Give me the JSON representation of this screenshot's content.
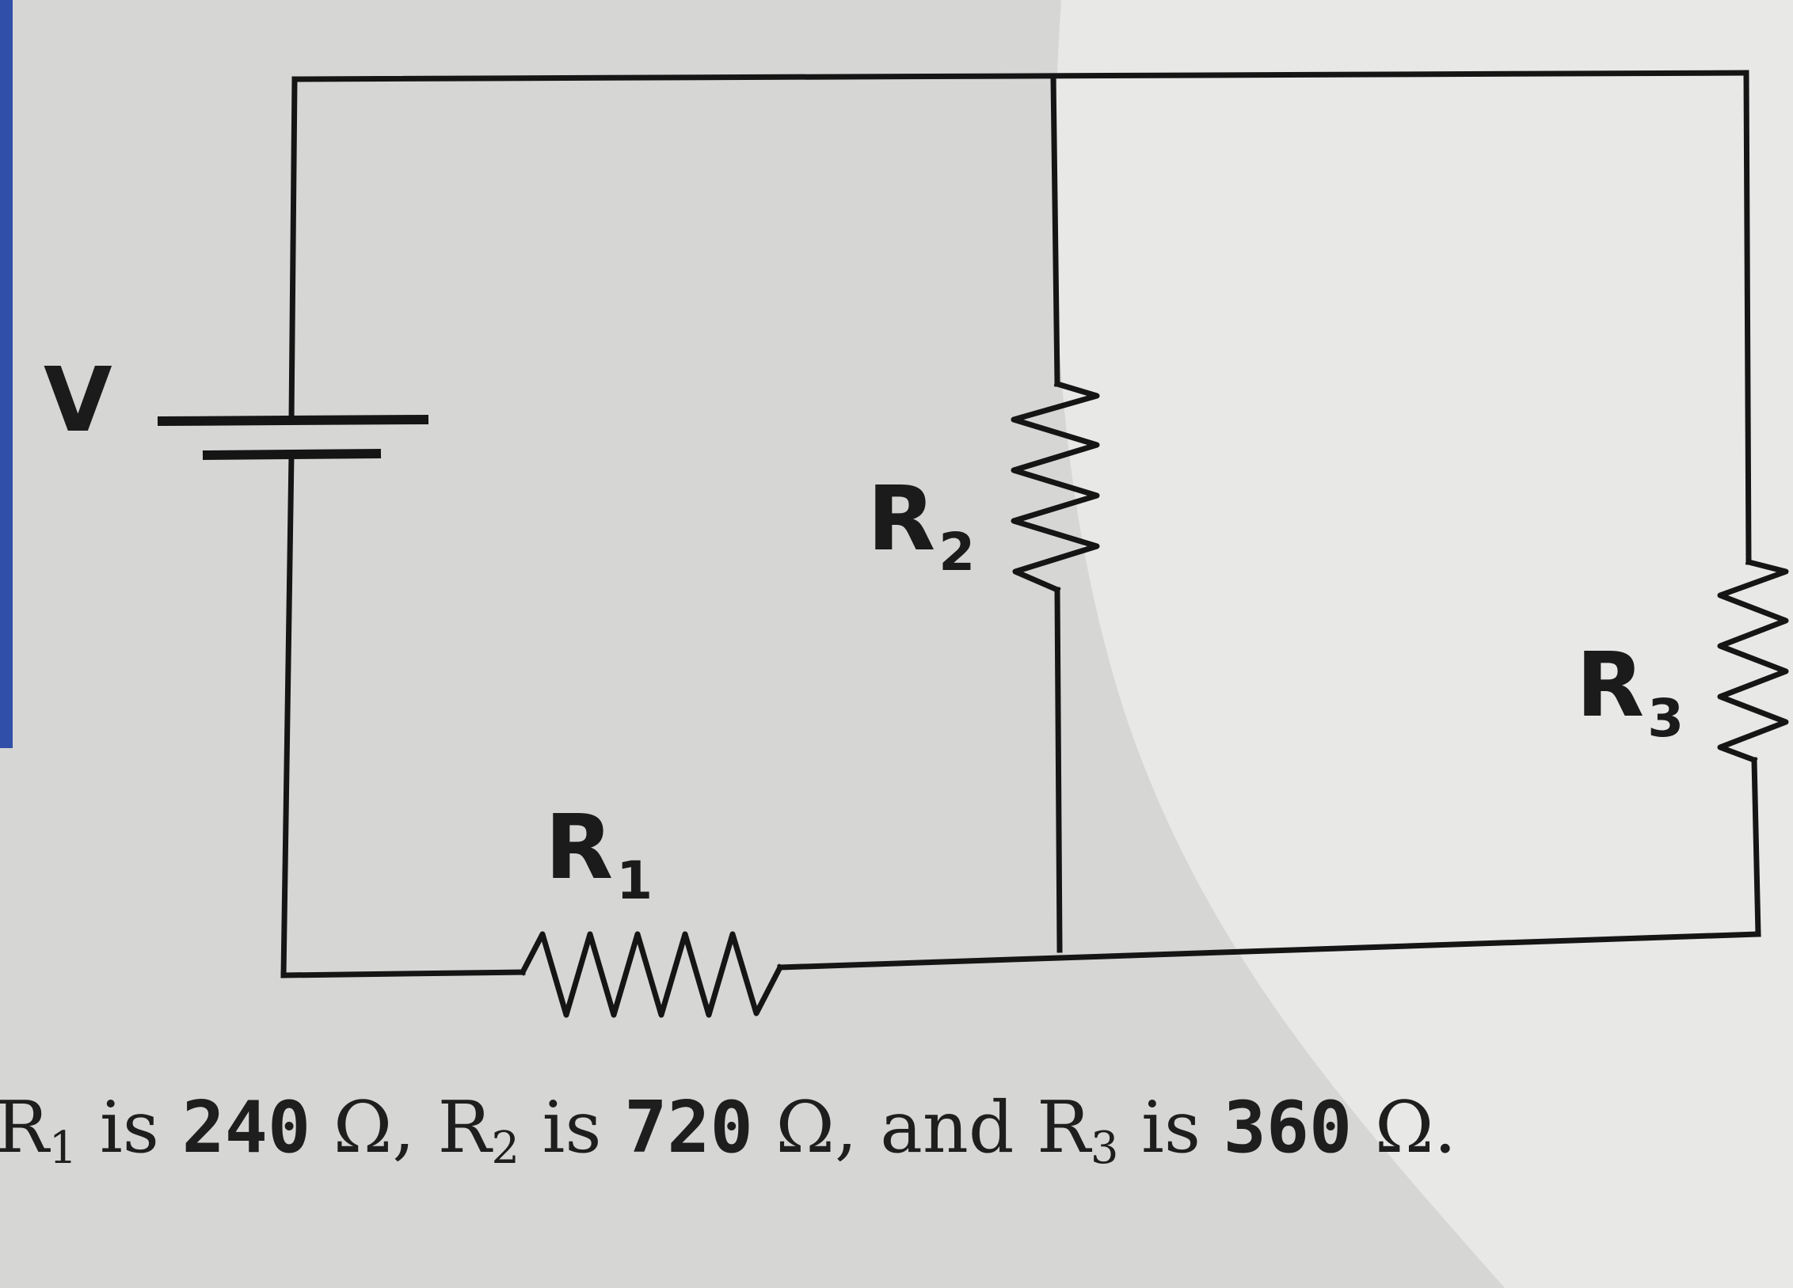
{
  "diagram": {
    "source_label": "V",
    "resistors": [
      {
        "id": "R1",
        "letter": "R",
        "sub": "1"
      },
      {
        "id": "R2",
        "letter": "R",
        "sub": "2"
      },
      {
        "id": "R3",
        "letter": "R",
        "sub": "3"
      }
    ]
  },
  "caption": {
    "r1_letter": "R",
    "r1_sub": "1",
    "is1": " is ",
    "r1_value": "240",
    "unit1": " Ω",
    "sep1": ", ",
    "r2_letter": "R",
    "r2_sub": "2",
    "is2": " is ",
    "r2_value": "720",
    "unit2": " Ω",
    "sep2": ", and ",
    "r3_letter": "R",
    "r3_sub": "3",
    "is3": " is ",
    "r3_value": "360",
    "unit3": " Ω",
    "end": "."
  },
  "colors": {
    "paper": "#d6d6d4",
    "paper_lit": "#e9e9e7",
    "wire": "#151515",
    "blue_edge": "#2f4fa8"
  }
}
